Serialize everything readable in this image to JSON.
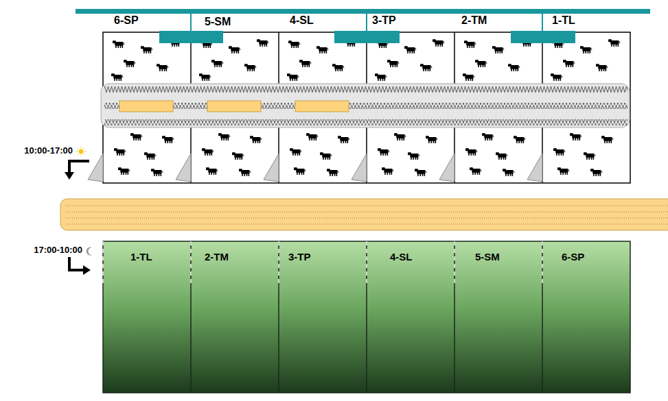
{
  "diagram": {
    "nodes": [
      {
        "text": [
          "6-SP"
        ]
      },
      {
        "text": [
          "5-SM"
        ]
      },
      {
        "text": [
          "4-SL"
        ]
      },
      {
        "text": [
          "3-TP"
        ]
      },
      {
        "text": [
          "2-TM"
        ]
      },
      {
        "text": [
          "1-TL"
        ]
      },
      {
        "text": [
          "1-TL"
        ]
      },
      {
        "text": [
          "2-TM"
        ]
      },
      {
        "text": [
          "3-TP"
        ]
      },
      {
        "text": [
          "4-SL"
        ]
      },
      {
        "text": [
          "5-SM"
        ]
      },
      {
        "text": [
          "6-SP"
        ]
      }
    ],
    "labels": [
      "10:00-17:00",
      "17:00-10:00"
    ]
  }
}
